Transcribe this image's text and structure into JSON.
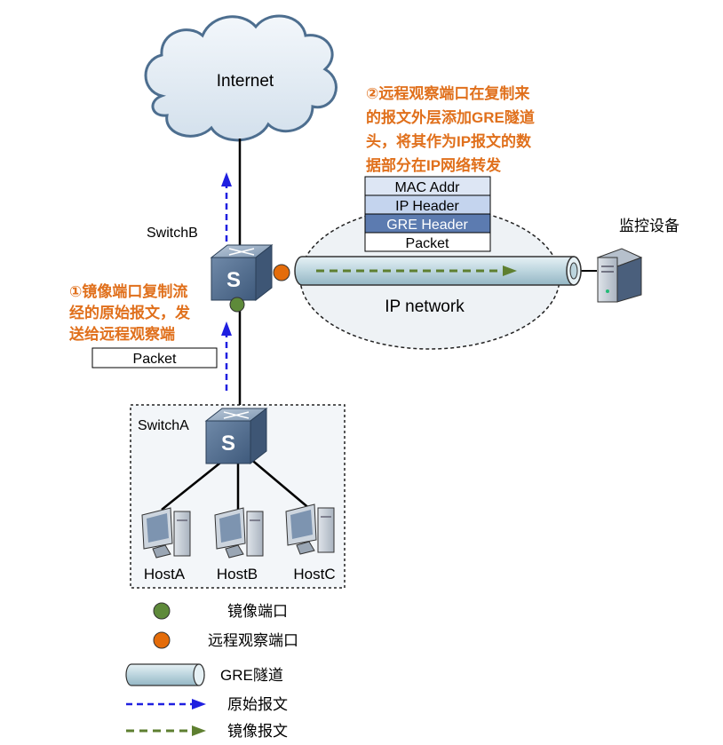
{
  "cloud_label": "Internet",
  "network_label": "IP network",
  "switchB_label": "SwitchB",
  "switchA_label": "SwitchA",
  "monitor_label": "监控设备",
  "note1_lines": [
    "①镜像端口复制流",
    "经的原始报文，发",
    "送给远程观察端"
  ],
  "note2_lines": [
    "②远程观察端口在复制来",
    "的报文外层添加GRE隧道",
    "头，将其作为IP报文的数",
    "据部分在IP网络转发"
  ],
  "original_packet_label": "Packet",
  "encap_packet": [
    "MAC Addr",
    "IP Header",
    "GRE Header",
    "Packet"
  ],
  "hosts": [
    "HostA",
    "HostB",
    "HostC"
  ],
  "legend": {
    "mirror_port": "镜像端口",
    "remote_port": "远程观察端口",
    "gre_tunnel": "GRE隧道",
    "original_packet": "原始报文",
    "mirrored_packet": "镜像报文"
  },
  "colors": {
    "note_text": "#e0701c",
    "mirror_port": "#5e8a3a",
    "remote_port": "#e46c0a",
    "original_arrow": "#1f1fe0",
    "mirrored_arrow": "#5e7f30",
    "tunnel": "#c6dde6",
    "cloud": "#dfe8f0",
    "switch": "#5a7594"
  }
}
